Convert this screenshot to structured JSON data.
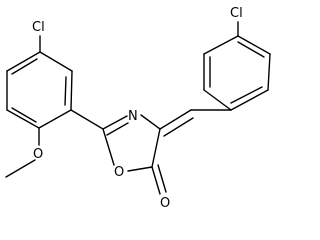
{
  "structure": {
    "bond_color": "#000000",
    "background": "#ffffff",
    "atoms": {
      "cl_left": "Cl",
      "cl_right": "Cl",
      "n_ring": "N",
      "o_ring": "O",
      "o_carbonyl": "O",
      "o_methoxy": "O"
    }
  }
}
